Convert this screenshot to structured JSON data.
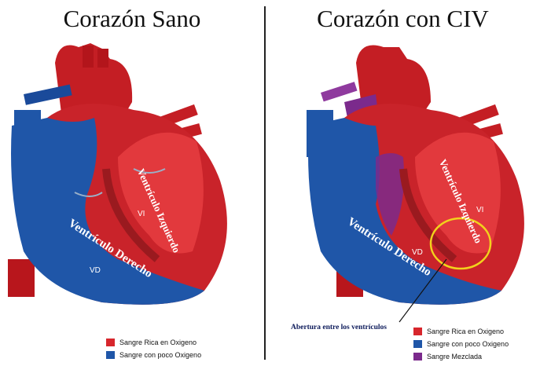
{
  "left": {
    "title": "Corazón Sano",
    "labels": {
      "ventricle_left": "Ventrículo Izquierdo",
      "ventricle_right": "Ventrículo Derecho",
      "vi": "VI",
      "vd": "VD"
    },
    "legend": [
      {
        "label": "Sangre Rica en Oxigeno",
        "color": "#d7262c"
      },
      {
        "label": "Sangre con poco Oxigeno",
        "color": "#1f56a8"
      }
    ]
  },
  "right": {
    "title": "Corazón con CIV",
    "labels": {
      "ventricle_left": "Ventrículo Izquierdo",
      "ventricle_right": "Ventrículo Derecho",
      "vi": "VI",
      "vd": "VD"
    },
    "callout": "Abertura entre los ventrículos",
    "legend": [
      {
        "label": "Sangre Rica en Oxigeno",
        "color": "#d7262c"
      },
      {
        "label": "Sangre con poco Oxigeno",
        "color": "#1f56a8"
      },
      {
        "label": "Sangre Mezclada",
        "color": "#7b2a8c"
      }
    ]
  },
  "colors": {
    "oxygen_rich": "#d7262c",
    "oxygen_poor": "#1f56a8",
    "mixed": "#7b2a8c",
    "defect_ring": "#f2d21c"
  }
}
